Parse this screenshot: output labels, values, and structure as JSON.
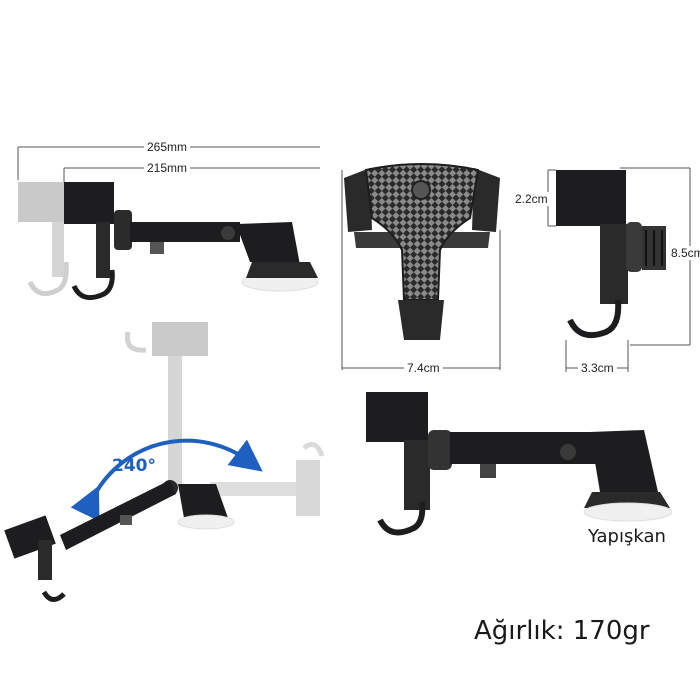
{
  "dimensions": {
    "total_length": "265mm",
    "base_length": "215mm",
    "holder_width": "7.4cm",
    "side_depth": "2.2cm",
    "side_height": "8.5cm",
    "hook_width": "3.3cm"
  },
  "rotation": {
    "angle": "240°",
    "color": "#1f5fbf"
  },
  "labels": {
    "adhesive": "Yapışkan",
    "weight": "Ağırlık: 170gr"
  },
  "colors": {
    "body": "#1d1d1f",
    "ghost": "#c9c9c9",
    "accent": "#1f5fbf"
  }
}
